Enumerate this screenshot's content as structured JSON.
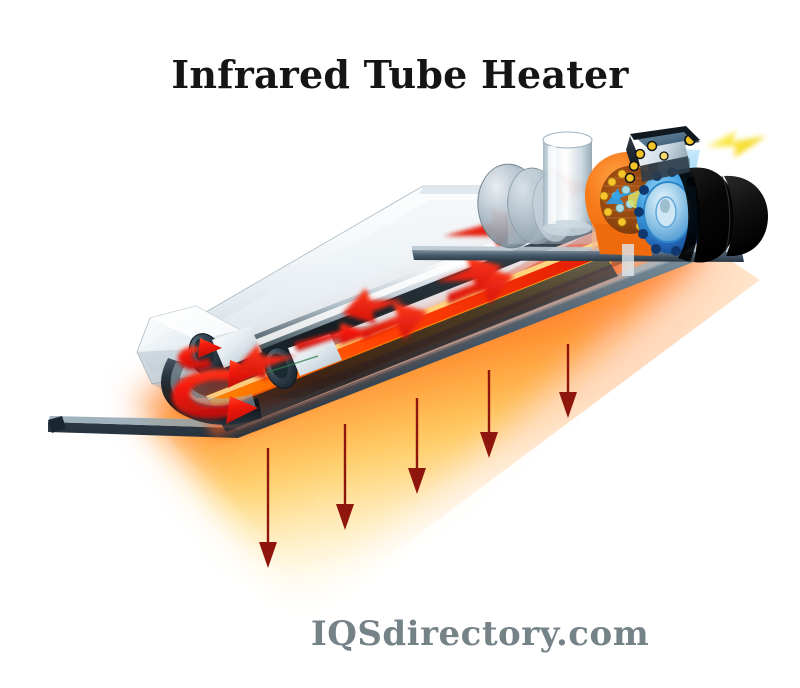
{
  "page": {
    "title": "Infrared Tube Heater",
    "watermark": "IQSdirectory.com",
    "background_color": "#ffffff",
    "title_color": "#151515",
    "watermark_color": "#6a7980"
  },
  "illustration": {
    "name": "infrared-tube-heater-cutaway-diagram",
    "description": "Cutaway perspective illustration of a gas-fired infrared tube heater with reflector hood, U-bend radiant tube, burner assembly and combustion blower, showing combustion gas flow arrows and downward infrared radiation.",
    "palette": {
      "reflector_light": "#f2f6f8",
      "reflector_mid": "#c9d6dd",
      "reflector_edge": "#3d4f5c",
      "tube_steel_light": "#e8eef1",
      "tube_steel_mid": "#8d9ba5",
      "tube_steel_dark": "#2e3b45",
      "tube_glow_orange": "#ff8a00",
      "tube_glow_red": "#ee1c10",
      "flow_arrow_red": "#f01b0e",
      "flow_arrow_red_dark": "#b81209",
      "burner_orange": "#f47216",
      "burner_orange_dark": "#c4490a",
      "blower_blue": "#2f7fd4",
      "blower_blue_light": "#8fd0f0",
      "motor_black": "#0a0a0a",
      "control_box_blue": "#4f6d86",
      "terminal_yellow": "#f3c427",
      "terminal_cyan": "#9fd8df",
      "air_arrow_yellow": "#f9e23a",
      "combustion_air_blue": "#2a9fe8",
      "heat_plume_hot": "#fb2a08",
      "heat_plume_warm": "#ffd34d",
      "heat_plume_fade": "#fff7d9",
      "radiation_arrow": "#8e160d"
    },
    "components": [
      {
        "id": "reflector-hood",
        "label": "Reflector hood"
      },
      {
        "id": "radiant-tube-upper",
        "label": "Upper radiant tube"
      },
      {
        "id": "radiant-tube-lower",
        "label": "Lower radiant tube"
      },
      {
        "id": "u-bend",
        "label": "U-bend return elbow"
      },
      {
        "id": "tube-coupling",
        "label": "Tube coupling"
      },
      {
        "id": "exhaust-stack",
        "label": "Exhaust stack"
      },
      {
        "id": "burner-housing",
        "label": "Burner housing"
      },
      {
        "id": "combustion-blower",
        "label": "Combustion blower wheel"
      },
      {
        "id": "blower-motor",
        "label": "Blower motor"
      },
      {
        "id": "control-box",
        "label": "Control / terminal box"
      }
    ],
    "flow_arrows": {
      "combustion_gas_count": 6,
      "u_turn_arrow_count": 3,
      "radiation_arrow_count": 5,
      "intake_air_arrow": "yellow-left-arrow",
      "combustion_air_arrow": "blue-down-left-arrow"
    }
  }
}
